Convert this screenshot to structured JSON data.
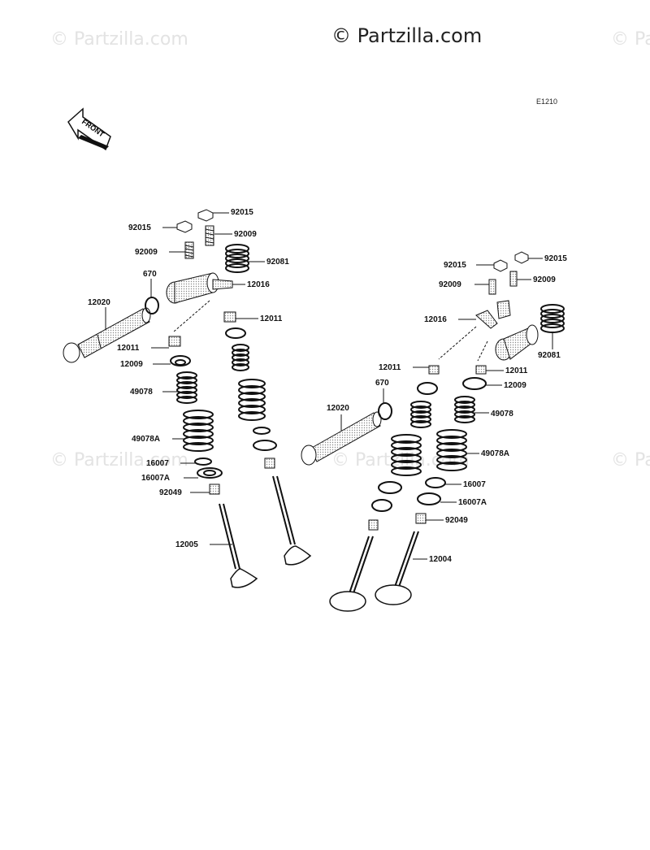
{
  "watermark": {
    "main": "© Partzilla.com",
    "faint": "© Partzilla.com"
  },
  "diagram_code": "E1210",
  "front_label": "FRONT",
  "labels": {
    "l_92015_top": "92015",
    "l_92015_left": "92015",
    "l_92009_mid": "92009",
    "l_92009_left": "92009",
    "l_92081_left": "92081",
    "l_670_left": "670",
    "l_12016_left": "12016",
    "l_12020_left": "12020",
    "l_12011_left_a": "12011",
    "l_12011_left_b": "12011",
    "l_12009_left": "12009",
    "l_49078_left": "49078",
    "l_49078A_left": "49078A",
    "l_16007_left": "16007",
    "l_16007A_left": "16007A",
    "l_92049_left": "92049",
    "l_12005": "12005",
    "l_92015_r_left": "92015",
    "l_92015_r_right": "92015",
    "l_92009_r_left": "92009",
    "l_92009_r_right": "92009",
    "l_12016_right": "12016",
    "l_12011_r_a": "12011",
    "l_12011_r_b": "12011",
    "l_670_right": "670",
    "l_12009_right": "12009",
    "l_92081_right": "92081",
    "l_12020_right": "12020",
    "l_49078_right": "49078",
    "l_49078A_right": "49078A",
    "l_16007_right": "16007",
    "l_16007A_right": "16007A",
    "l_92049_right": "92049",
    "l_12004": "12004"
  }
}
